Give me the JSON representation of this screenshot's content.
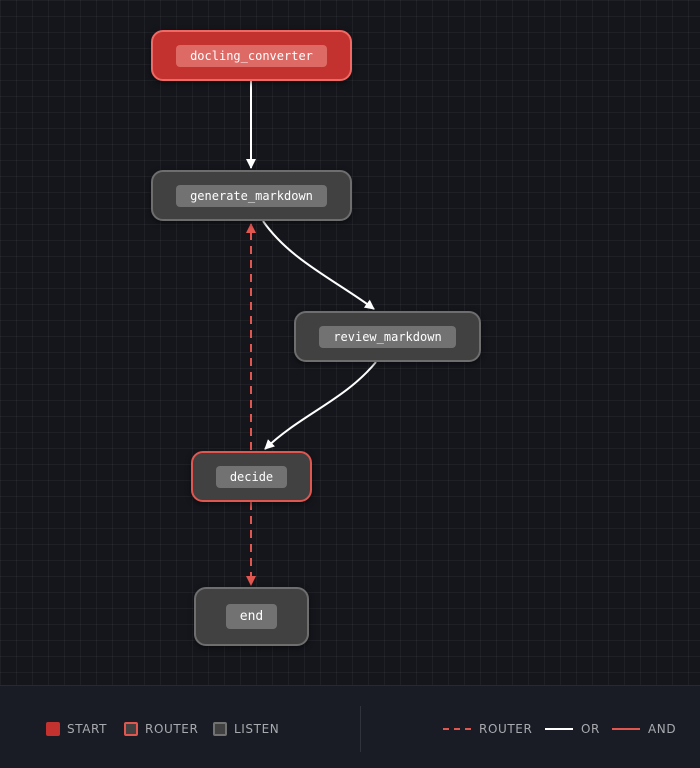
{
  "nodes": {
    "docling_converter": {
      "label": "docling_converter",
      "kind": "start"
    },
    "generate_markdown": {
      "label": "generate_markdown",
      "kind": "listen"
    },
    "review_markdown": {
      "label": "review_markdown",
      "kind": "listen"
    },
    "decide": {
      "label": "decide",
      "kind": "router"
    },
    "end": {
      "label": "end",
      "kind": "listen"
    }
  },
  "edges": [
    {
      "from": "docling_converter",
      "to": "generate_markdown",
      "type": "or"
    },
    {
      "from": "generate_markdown",
      "to": "review_markdown",
      "type": "or"
    },
    {
      "from": "review_markdown",
      "to": "decide",
      "type": "or"
    },
    {
      "from": "decide",
      "to": "generate_markdown",
      "type": "router"
    },
    {
      "from": "decide",
      "to": "end",
      "type": "router"
    }
  ],
  "legend": {
    "start": "START",
    "router": "ROUTER",
    "listen": "LISTEN",
    "router_edge": "ROUTER",
    "or_edge": "OR",
    "and_edge": "AND"
  },
  "colors": {
    "background": "#14161c",
    "start_fill": "#c4322f",
    "router_accent": "#e25650",
    "node_fill": "#414141",
    "or_edge": "#ffffff"
  }
}
